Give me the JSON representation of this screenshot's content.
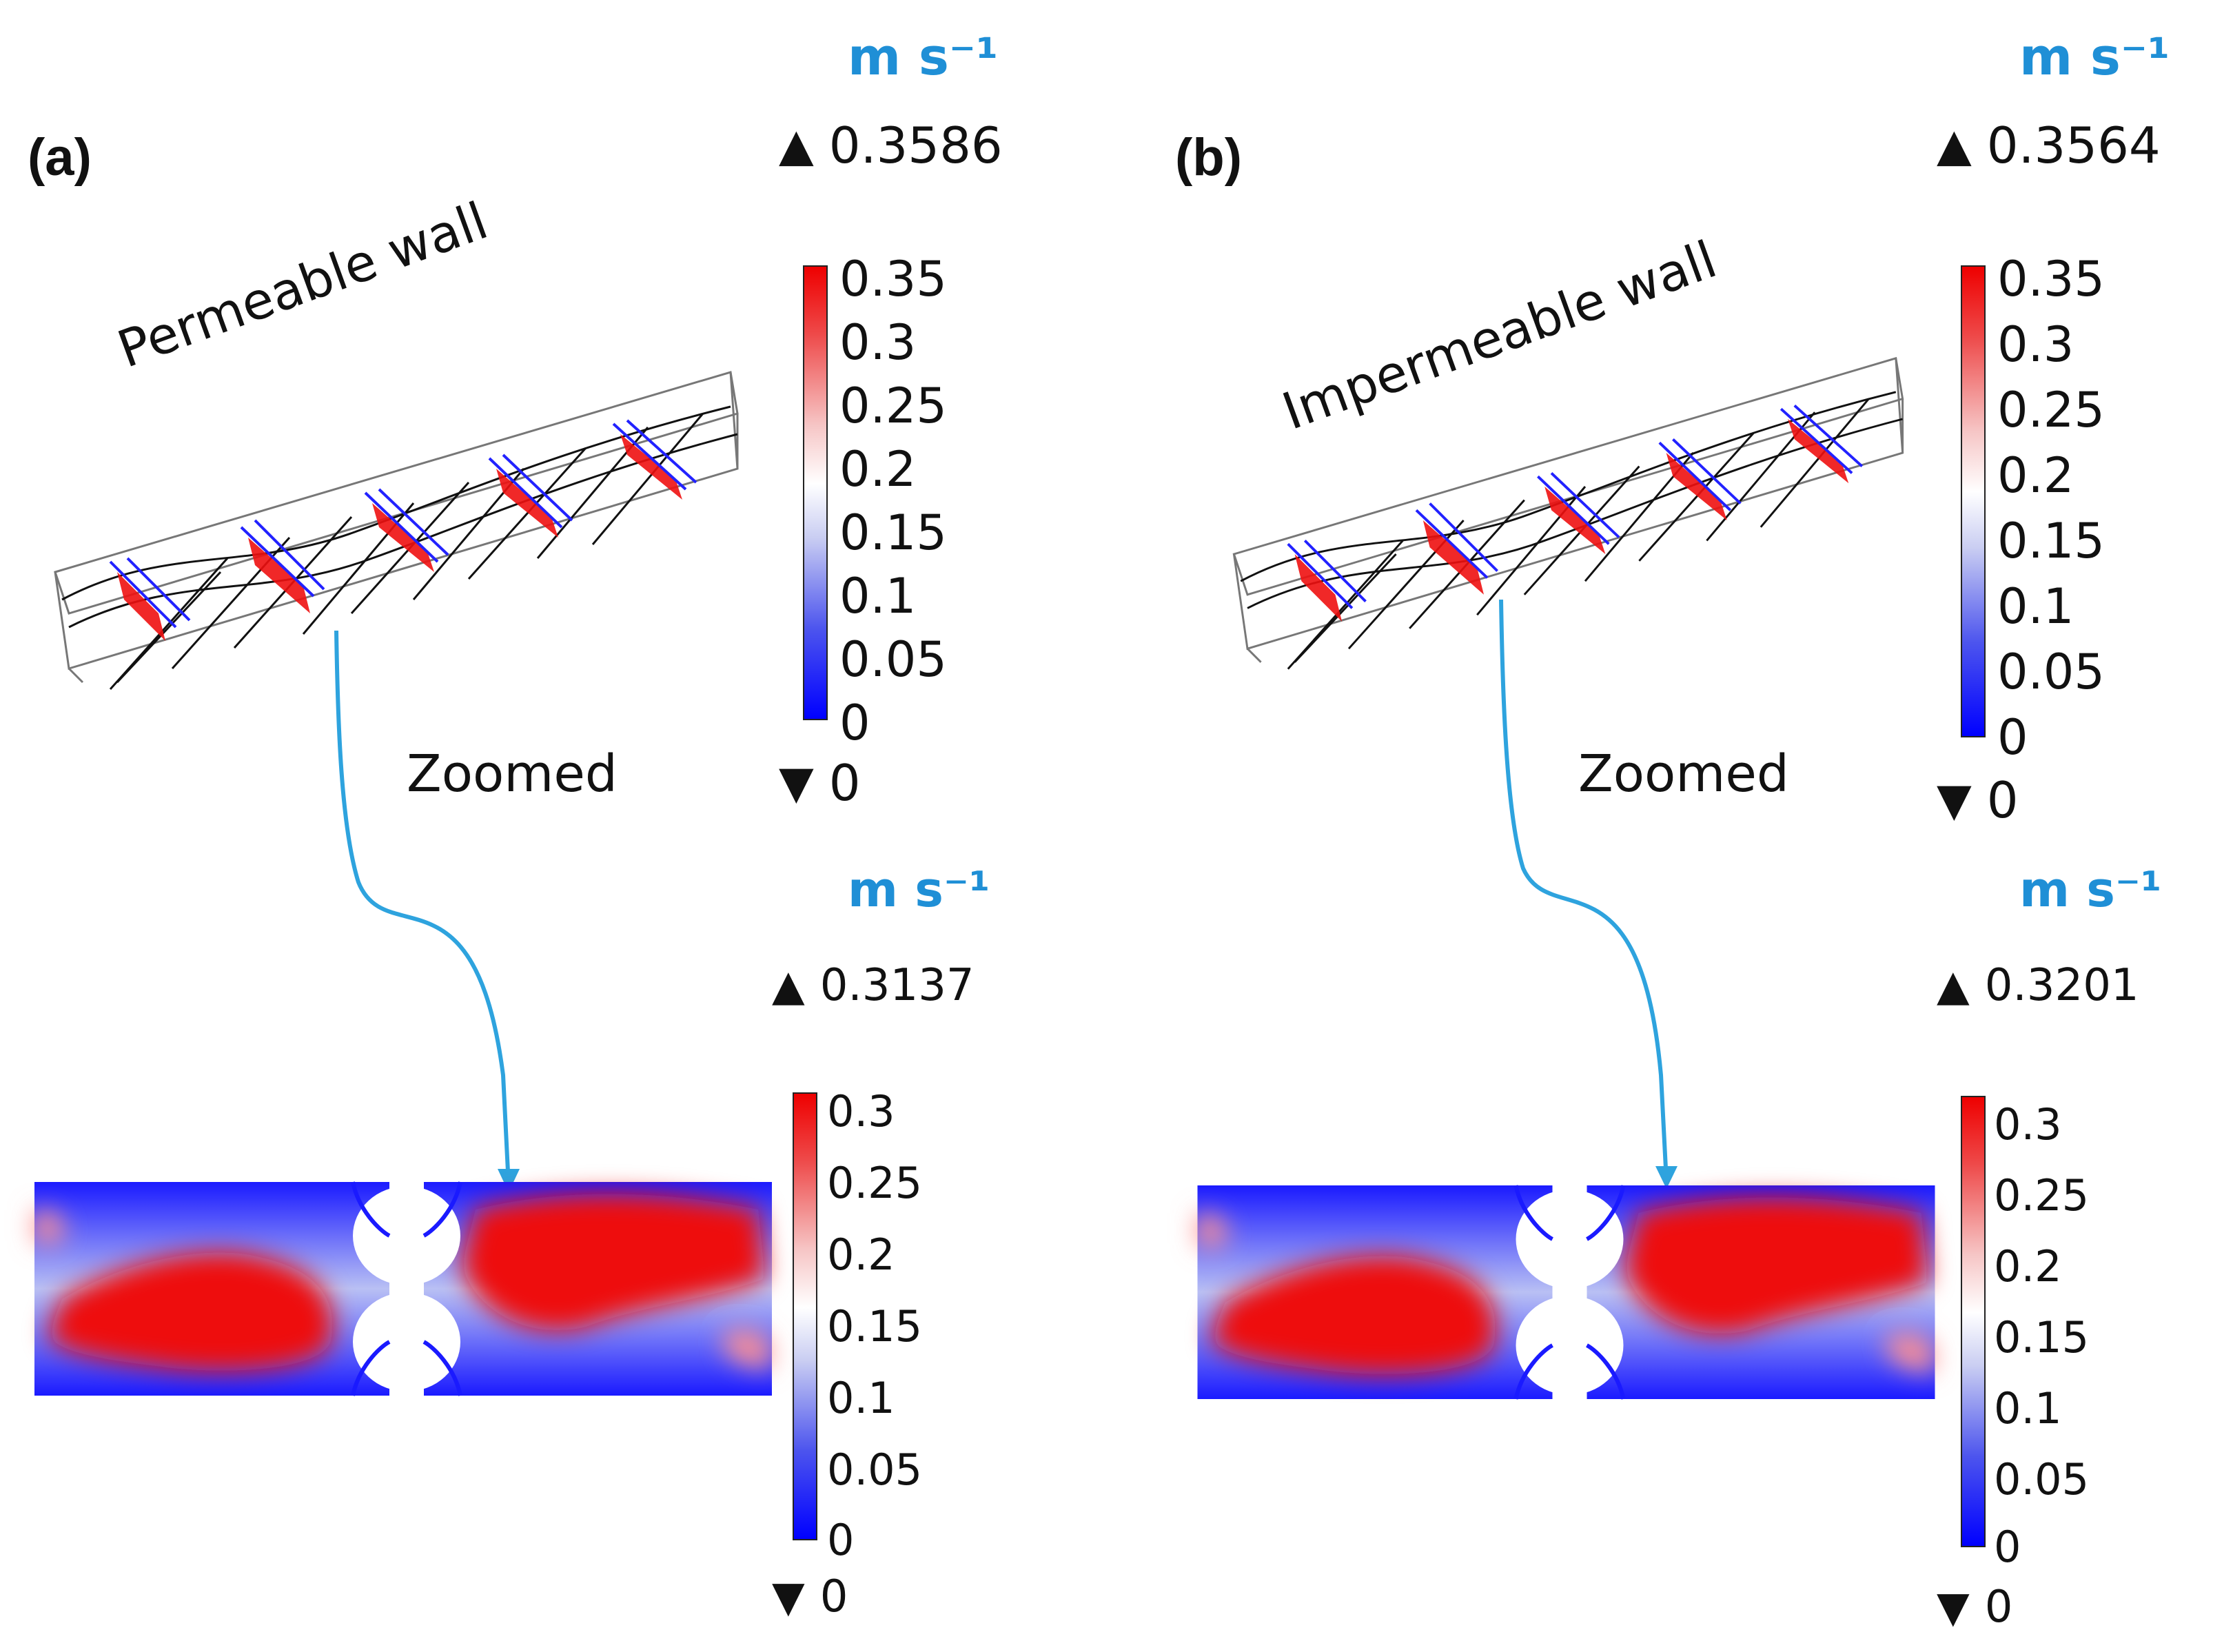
{
  "panels": [
    {
      "label": "(a)",
      "wall_label": "Permeable wall",
      "zoom_label": "Zoomed",
      "top_legend": {
        "unit": "m s⁻¹",
        "max": "0.3586",
        "min": "0",
        "ticks": [
          "0.35",
          "0.3",
          "0.25",
          "0.2",
          "0.15",
          "0.1",
          "0.05",
          "0"
        ]
      },
      "bottom_legend": {
        "unit": "m s⁻¹",
        "max": "0.3137",
        "min": "0",
        "ticks": [
          "0.3",
          "0.25",
          "0.2",
          "0.15",
          "0.1",
          "0.05",
          "0"
        ]
      }
    },
    {
      "label": "(b)",
      "wall_label": "Impermeable wall",
      "zoom_label": "Zoomed",
      "top_legend": {
        "unit": "m s⁻¹",
        "max": "0.3564",
        "min": "0",
        "ticks": [
          "0.35",
          "0.3",
          "0.25",
          "0.2",
          "0.15",
          "0.1",
          "0.05",
          "0"
        ]
      },
      "bottom_legend": {
        "unit": "m s⁻¹",
        "max": "0.3201",
        "min": "0",
        "ticks": [
          "0.3",
          "0.25",
          "0.2",
          "0.15",
          "0.1",
          "0.05",
          "0"
        ]
      }
    }
  ],
  "colors": {
    "arrow": "#2ea3de",
    "unit_text": "#1f8fd6",
    "high_velocity": "#ee0000",
    "low_velocity": "#0000ff"
  },
  "icons": {
    "max_marker": "triangle-up-icon",
    "min_marker": "triangle-down-icon"
  }
}
